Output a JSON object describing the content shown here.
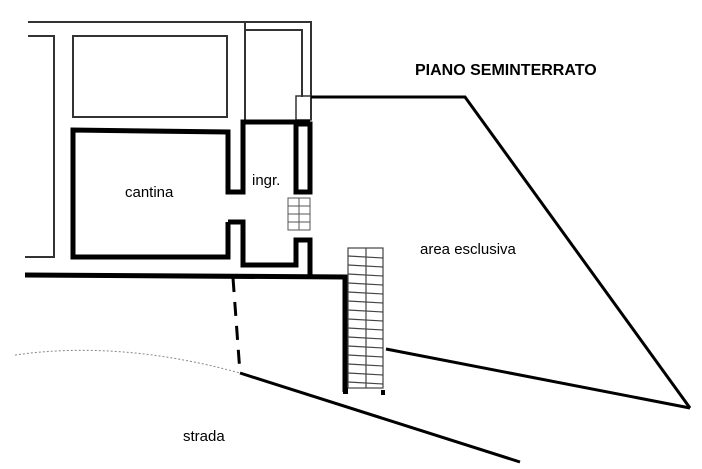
{
  "title": "PIANO SEMINTERRATO",
  "rooms": {
    "cantina": "cantina",
    "ingresso": "ingr.",
    "area": "area esclusiva",
    "strada": "strada"
  },
  "colors": {
    "ink": "#000000",
    "thin": "#333333",
    "background": "#ffffff"
  }
}
